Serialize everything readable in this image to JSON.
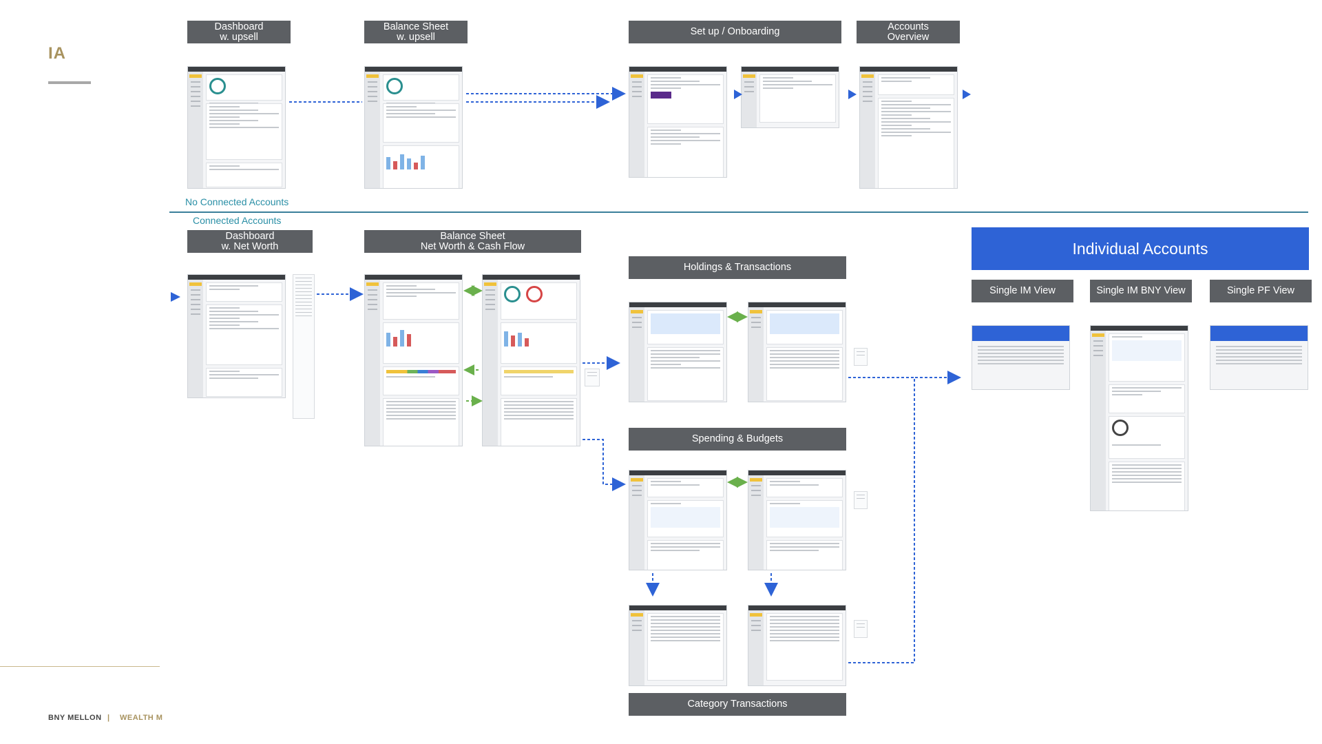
{
  "page": {
    "title": "IA",
    "section_no_connected": "No Connected Accounts",
    "section_connected": "Connected Accounts",
    "footer_brand": "BNY MELLON",
    "footer_sep": "|",
    "footer_unit": "WEALTH M",
    "accent_gold": "#a8935f",
    "accent_blue": "#2e63d6",
    "link_green": "#6ab04c"
  },
  "labels": {
    "dashboard_upsell": "Dashboard\nw. upsell",
    "balance_upsell": "Balance Sheet\nw. upsell",
    "setup_onboarding": "Set up / Onboarding",
    "accounts_overview": "Accounts\nOverview",
    "dashboard_networth": "Dashboard\nw. Net Worth",
    "balance_networth": "Balance Sheet\nNet Worth & Cash Flow",
    "holdings_transactions": "Holdings & Transactions",
    "spending_budgets": "Spending & Budgets",
    "category_transactions": "Category Transactions",
    "individual_accounts": "Individual Accounts",
    "single_im": "Single IM View",
    "single_im_bny": "Single IM BNY View",
    "single_pf": "Single PF View"
  }
}
